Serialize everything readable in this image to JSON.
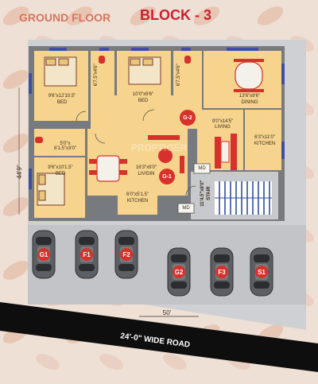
{
  "header": {
    "ground_floor": "GROUND FLOOR",
    "block": "BLOCK - 3"
  },
  "rooms": {
    "bed_1": {
      "size": "9'6\"x12'10.5\"",
      "name": "BED"
    },
    "bed_2": {
      "size": "10'0\"x9'6\"",
      "name": "BED"
    },
    "toilet_1": "6'7.5\"x4'6\"",
    "toilet_2": "6'7.5\"x4'6\"",
    "dining": {
      "size": "13'6\"x9'6\"",
      "name": "DINING"
    },
    "living": {
      "size": "9'0\"x14'5\"",
      "name": "LIVING"
    },
    "kitchen_1": {
      "size": "6'3\"x11'0\"",
      "name": "KITCHEN"
    },
    "toilet_3": "5'0\"x\n6'1.5\"x3'0\"",
    "bed_3": {
      "size": "9'6\"x10'1.5\"",
      "name": "BED"
    },
    "liv_din": {
      "size": "16'3\"x9'0\"",
      "name": "LIV/DIN"
    },
    "kitchen_2": {
      "size": "6'0\"x5'1.5\"",
      "name": "KITCHEN"
    },
    "stair": {
      "size": "11'4.5\"x8'0\"",
      "name": "STAIR"
    }
  },
  "markers": {
    "g1": "G-1",
    "g2": "G-2",
    "md_1": "MD",
    "md_2": "MD"
  },
  "dimensions": {
    "left_width": "44'9\"",
    "road_width": "50'"
  },
  "parking": {
    "cars": [
      "G1",
      "F1",
      "F2",
      "G2",
      "F3",
      "S1"
    ]
  },
  "road": {
    "label": "24'-0\" WIDE ROAD"
  },
  "colors": {
    "background": "#efe0d6",
    "room_fill": "#f6d48d",
    "wall": "#777a7e",
    "parking": "#c2c4c7",
    "road": "#0e0e0e",
    "header_left": "#d8745a",
    "header_right": "#cf1f2d",
    "furniture": "#d8312b",
    "window": "#3d4fa3"
  },
  "watermark": "PROPTIGER"
}
